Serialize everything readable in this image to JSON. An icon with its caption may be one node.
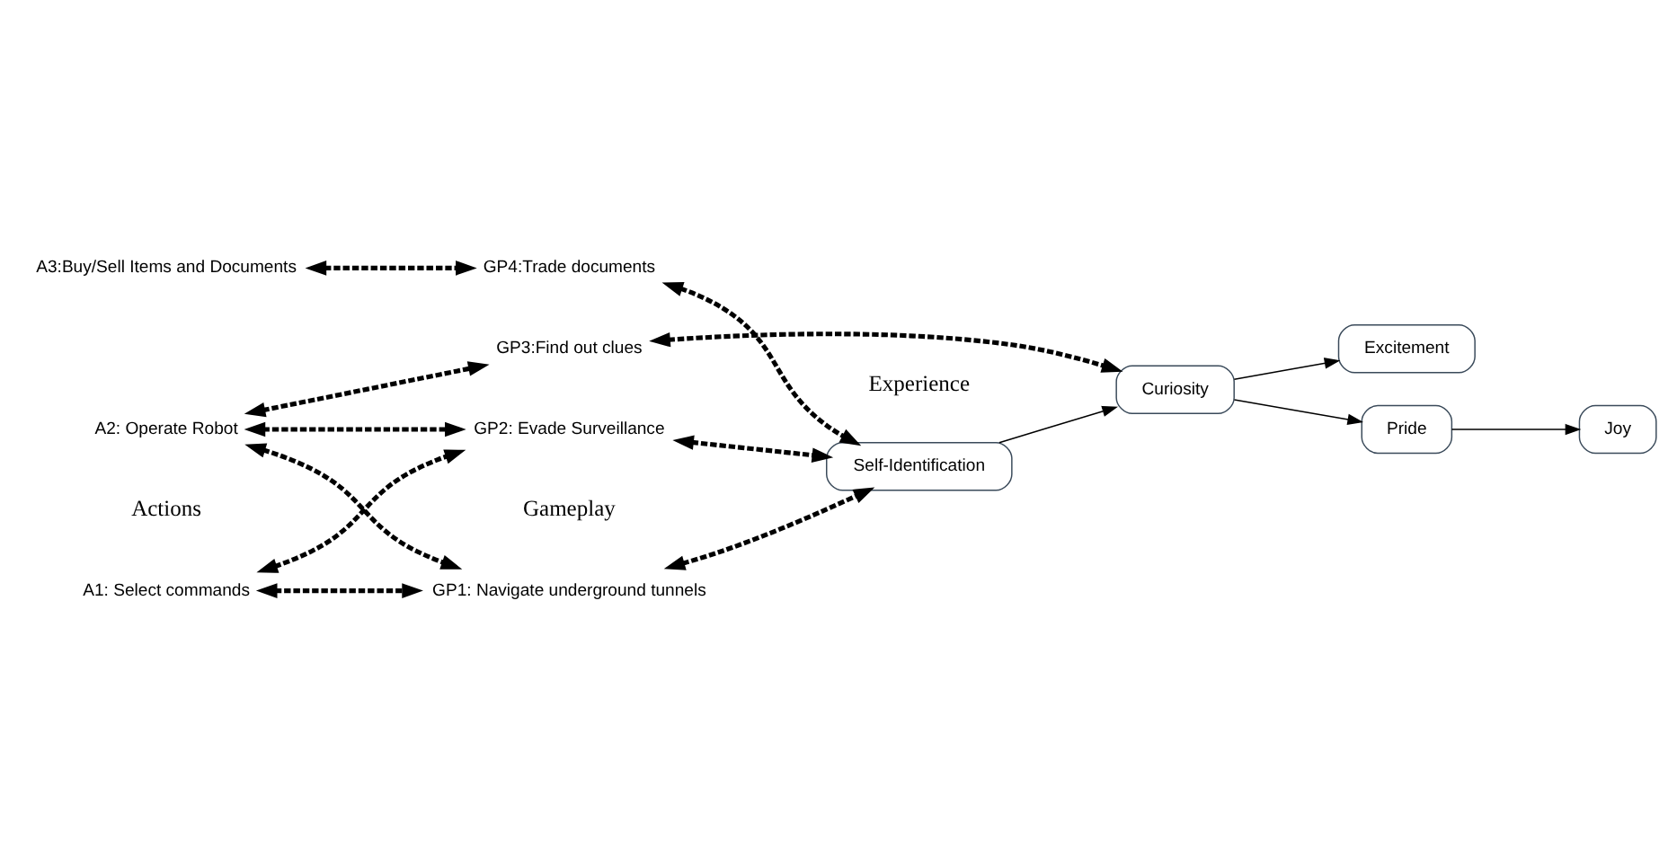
{
  "diagram": {
    "nodes": [
      {
        "text": [
          "A1: Select commands"
        ]
      },
      {
        "text": [
          "A2: Operate Robot"
        ]
      },
      {
        "text": [
          "A3:Buy/Sell Items and Documents"
        ]
      },
      {
        "text": [
          "GP1: Navigate underground tunnels"
        ]
      },
      {
        "text": [
          "GP2: Evade Surveillance"
        ]
      },
      {
        "text": [
          "GP3:Find out clues"
        ]
      },
      {
        "text": [
          "GP4:Trade documents"
        ]
      },
      {
        "text": [
          "Self-Identification"
        ]
      },
      {
        "text": [
          "Curiosity"
        ]
      },
      {
        "text": [
          "Excitement"
        ]
      },
      {
        "text": [
          "Pride"
        ]
      },
      {
        "text": [
          "Joy"
        ]
      }
    ],
    "edges": [
      {
        "from": 0,
        "to": 3,
        "arrow": "both",
        "style": "dashed"
      },
      {
        "from": 0,
        "to": 4,
        "arrow": "both",
        "style": "dashed"
      },
      {
        "from": 1,
        "to": 3,
        "arrow": "both",
        "style": "dashed"
      },
      {
        "from": 1,
        "to": 4,
        "arrow": "both",
        "style": "dashed"
      },
      {
        "from": 1,
        "to": 5,
        "arrow": "both",
        "style": "dashed"
      },
      {
        "from": 2,
        "to": 6,
        "arrow": "both",
        "style": "dashed"
      },
      {
        "from": 3,
        "to": 7,
        "arrow": "both",
        "style": "dashed"
      },
      {
        "from": 4,
        "to": 7,
        "arrow": "both",
        "style": "dashed"
      },
      {
        "from": 6,
        "to": 7,
        "arrow": "both",
        "style": "dashed"
      },
      {
        "from": 5,
        "to": 8,
        "arrow": "both",
        "style": "dashed"
      },
      {
        "from": 7,
        "to": 8,
        "arrow": "to"
      },
      {
        "from": 8,
        "to": 9,
        "arrow": "to"
      },
      {
        "from": 8,
        "to": 10,
        "arrow": "to"
      },
      {
        "from": 10,
        "to": 11,
        "arrow": "to"
      }
    ],
    "labels": [
      "Actions",
      "Gameplay",
      "Experience"
    ]
  }
}
